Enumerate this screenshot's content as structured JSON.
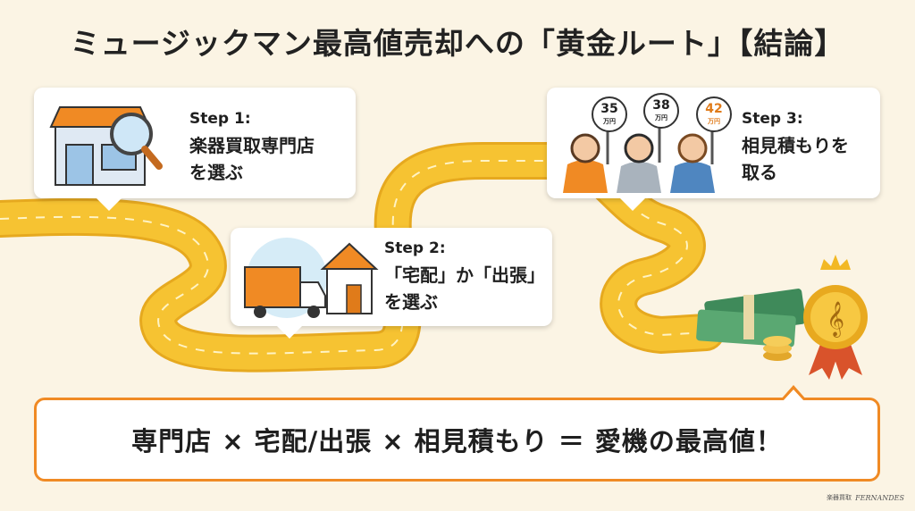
{
  "title": "ミュージックマン最高値売却への「黄金ルート」【結論】",
  "steps": [
    {
      "heading": "Step 1:",
      "line1": "楽器買取専門店",
      "line2": "を選ぶ",
      "icon": "shop-magnifier-icon"
    },
    {
      "heading": "Step 2:",
      "line1": "「宅配」か「出張」",
      "line2": "を選ぶ",
      "icon": "delivery-truck-house-icon"
    },
    {
      "heading": "Step 3:",
      "line1": "相見積もりを",
      "line2": "取る",
      "icon": "bidders-icon"
    }
  ],
  "bids": [
    {
      "amount": "35",
      "unit": "万円"
    },
    {
      "amount": "38",
      "unit": "万円"
    },
    {
      "amount": "42",
      "unit": "万円"
    }
  ],
  "conclusion": "専門店 × 宅配/出張 × 相見積もり ＝ 愛機の最高値！",
  "logo": {
    "label": "楽器買取",
    "brand": "FERNANDES"
  },
  "colors": {
    "road": "#f6c332",
    "accent": "#f08a24",
    "background": "#fbf4e4"
  }
}
